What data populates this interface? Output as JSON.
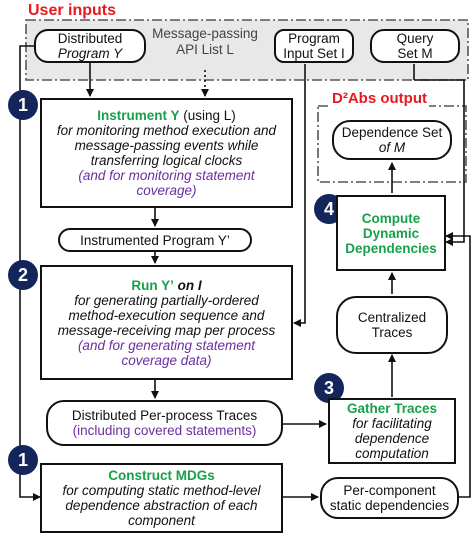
{
  "user_inputs": {
    "title": "User inputs",
    "distributed_program": "Distributed",
    "distributed_program_2": "Program Y",
    "api_list_1": "Message-passing",
    "api_list_2": "API List L",
    "program_input_1": "Program",
    "program_input_2": "Input Set I",
    "query_set_1": "Query",
    "query_set_2": "Set M"
  },
  "output": {
    "title": "D²Abs output",
    "dependence_set_1": "Dependence Set",
    "dependence_set_2": "of M"
  },
  "step_instrument": {
    "badge": "1",
    "head_green": "Instrument Y",
    "head_rest": "(using L)",
    "line1": "for monitoring method execution and",
    "line2": "message-passing events while",
    "line3": "transferring logical clocks",
    "purple1": "(and for monitoring statement",
    "purple2": "coverage)"
  },
  "instrumented_program": "Instrumented Program Y’",
  "step_run": {
    "badge": "2",
    "head_green": "Run Y’",
    "head_rest": "on I",
    "line1": "for generating partially-ordered",
    "line2": "method-execution sequence and",
    "line3": "message-receiving map per process",
    "purple1": "(and for generating statement",
    "purple2": "coverage data)"
  },
  "per_process_traces": {
    "line1": "Distributed Per-process Traces",
    "line2": "(including covered statements)"
  },
  "step_gather": {
    "badge": "3",
    "head_green": "Gather Traces",
    "line1": "for facilitating",
    "line2": "dependence",
    "line3": "computation"
  },
  "centralized_traces": {
    "line1": "Centralized",
    "line2": "Traces"
  },
  "step_compute": {
    "badge": "4",
    "line1": "Compute",
    "line2": "Dynamic",
    "line3": "Dependencies"
  },
  "step_construct": {
    "badge": "1",
    "head_green": "Construct MDGs",
    "line1": "for computing static method-level",
    "line2": "dependence abstraction of each",
    "line3": "component"
  },
  "per_component": {
    "line1": "Per-component",
    "line2": "static dependencies"
  }
}
